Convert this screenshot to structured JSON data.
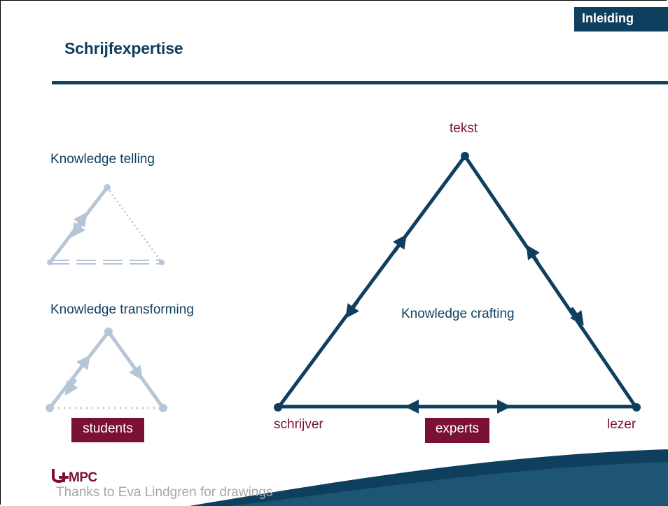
{
  "header": {
    "section_tab": "Inleiding",
    "title": "Schrijfexpertise"
  },
  "left": {
    "telling_label": "Knowledge telling",
    "transforming_label": "Knowledge transforming",
    "students_tag": "students"
  },
  "main": {
    "top_vertex": "tekst",
    "left_vertex": "schrijver",
    "right_vertex": "lezer",
    "center_label": "Knowledge crafting",
    "experts_tag": "experts"
  },
  "footer": {
    "logo_text": "MPC",
    "credits": "Thanks to Eva Lindgren for drawings"
  },
  "colors": {
    "navy": "#0f3f5f",
    "burgundy": "#7a1034",
    "light_blue_grey": "#b7c6d6",
    "credits_grey": "#a7a7a7"
  }
}
